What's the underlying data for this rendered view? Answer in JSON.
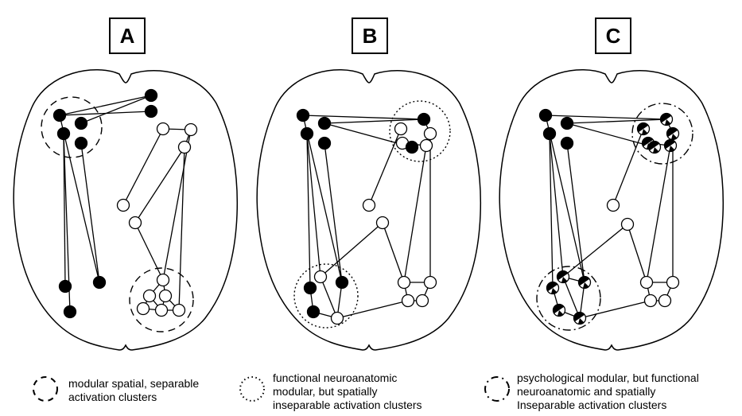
{
  "panels": [
    {
      "label": "A"
    },
    {
      "label": "B"
    },
    {
      "label": "C"
    }
  ],
  "legend": [
    {
      "style": "dashed",
      "lines": [
        "modular spatial, separable",
        "activation clusters"
      ]
    },
    {
      "style": "dotted",
      "lines": [
        "functional neuroanatomic",
        "modular, but spatially",
        "inseparable activation clusters"
      ]
    },
    {
      "style": "dashdot",
      "lines": [
        "psychological modular, but functional",
        "neuroanatomic and spatially",
        "Inseparable activation clusters"
      ]
    }
  ],
  "colors": {
    "ink": "#000000",
    "background": "#ffffff"
  }
}
